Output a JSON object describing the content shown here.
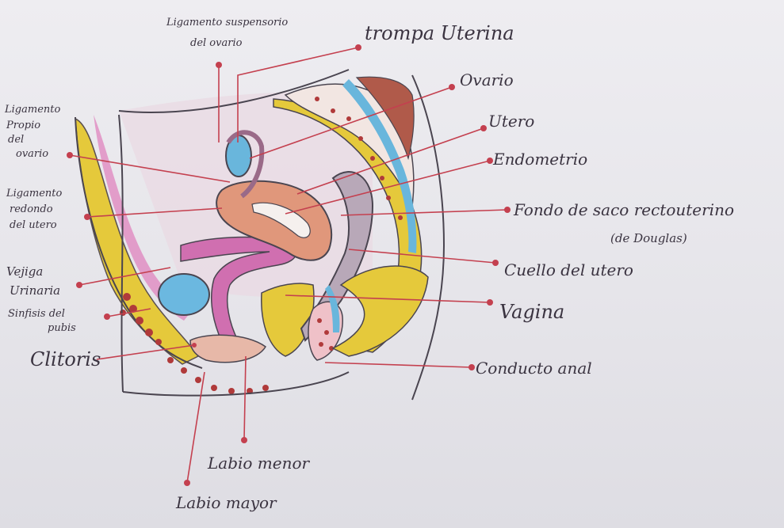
{
  "labels": {
    "ligamento_suspensorio_1": "Ligamento suspensorio",
    "ligamento_suspensorio_2": "del ovario",
    "trompa_uterina": "trompa Uterina",
    "ovario": "Ovario",
    "utero": "Utero",
    "endometrio": "Endometrio",
    "fondo_saco_1": "Fondo de saco rectouterino",
    "fondo_saco_2": "(de Douglas)",
    "cuello_utero": "Cuello del utero",
    "vagina": "Vagina",
    "conducto_anal": "Conducto anal",
    "ligamento_propio_1": "Ligamento",
    "ligamento_propio_2": "Propio",
    "ligamento_propio_3": "del",
    "ligamento_propio_4": "ovario",
    "ligamento_redondo_1": "Ligamento",
    "ligamento_redondo_2": "redondo",
    "ligamento_redondo_3": "del utero",
    "vejiga_1": "Vejiga",
    "vejiga_2": "Urinaria",
    "sinfisis_1": "Sinfisis del",
    "sinfisis_2": "pubis",
    "clitoris": "Clitoris",
    "labio_menor": "Labio menor",
    "labio_mayor": "Labio mayor"
  },
  "colors": {
    "leader": "#c4404f",
    "bone_yellow": "#e5c93b",
    "uterus_salmon": "#e0977b",
    "ovary_blue": "#69b6dc",
    "bladder_blue": "#6bb8e0",
    "vagina_pink": "#d06fb0",
    "rectum_red": "#b05a4a",
    "paper": "#eeedf1"
  }
}
